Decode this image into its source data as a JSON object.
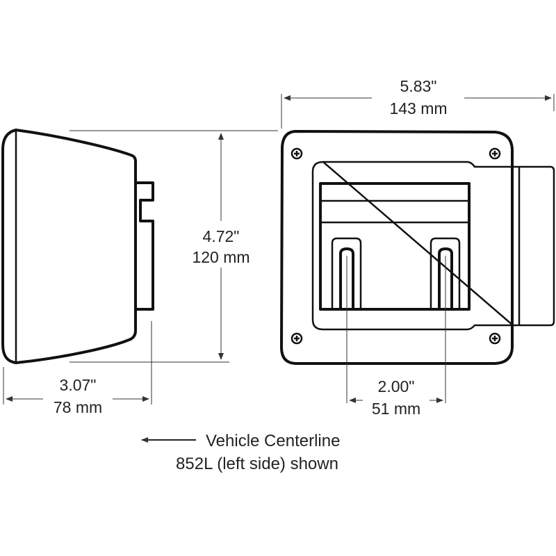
{
  "dimensions": {
    "width": {
      "inches": "5.83\"",
      "mm": "143 mm"
    },
    "height": {
      "inches": "4.72\"",
      "mm": "120 mm"
    },
    "depth": {
      "inches": "3.07\"",
      "mm": "78 mm"
    },
    "slot_spacing": {
      "inches": "2.00\"",
      "mm": "51 mm"
    }
  },
  "notes": {
    "direction": "Vehicle Centerline",
    "model": "852L (left side) shown"
  }
}
